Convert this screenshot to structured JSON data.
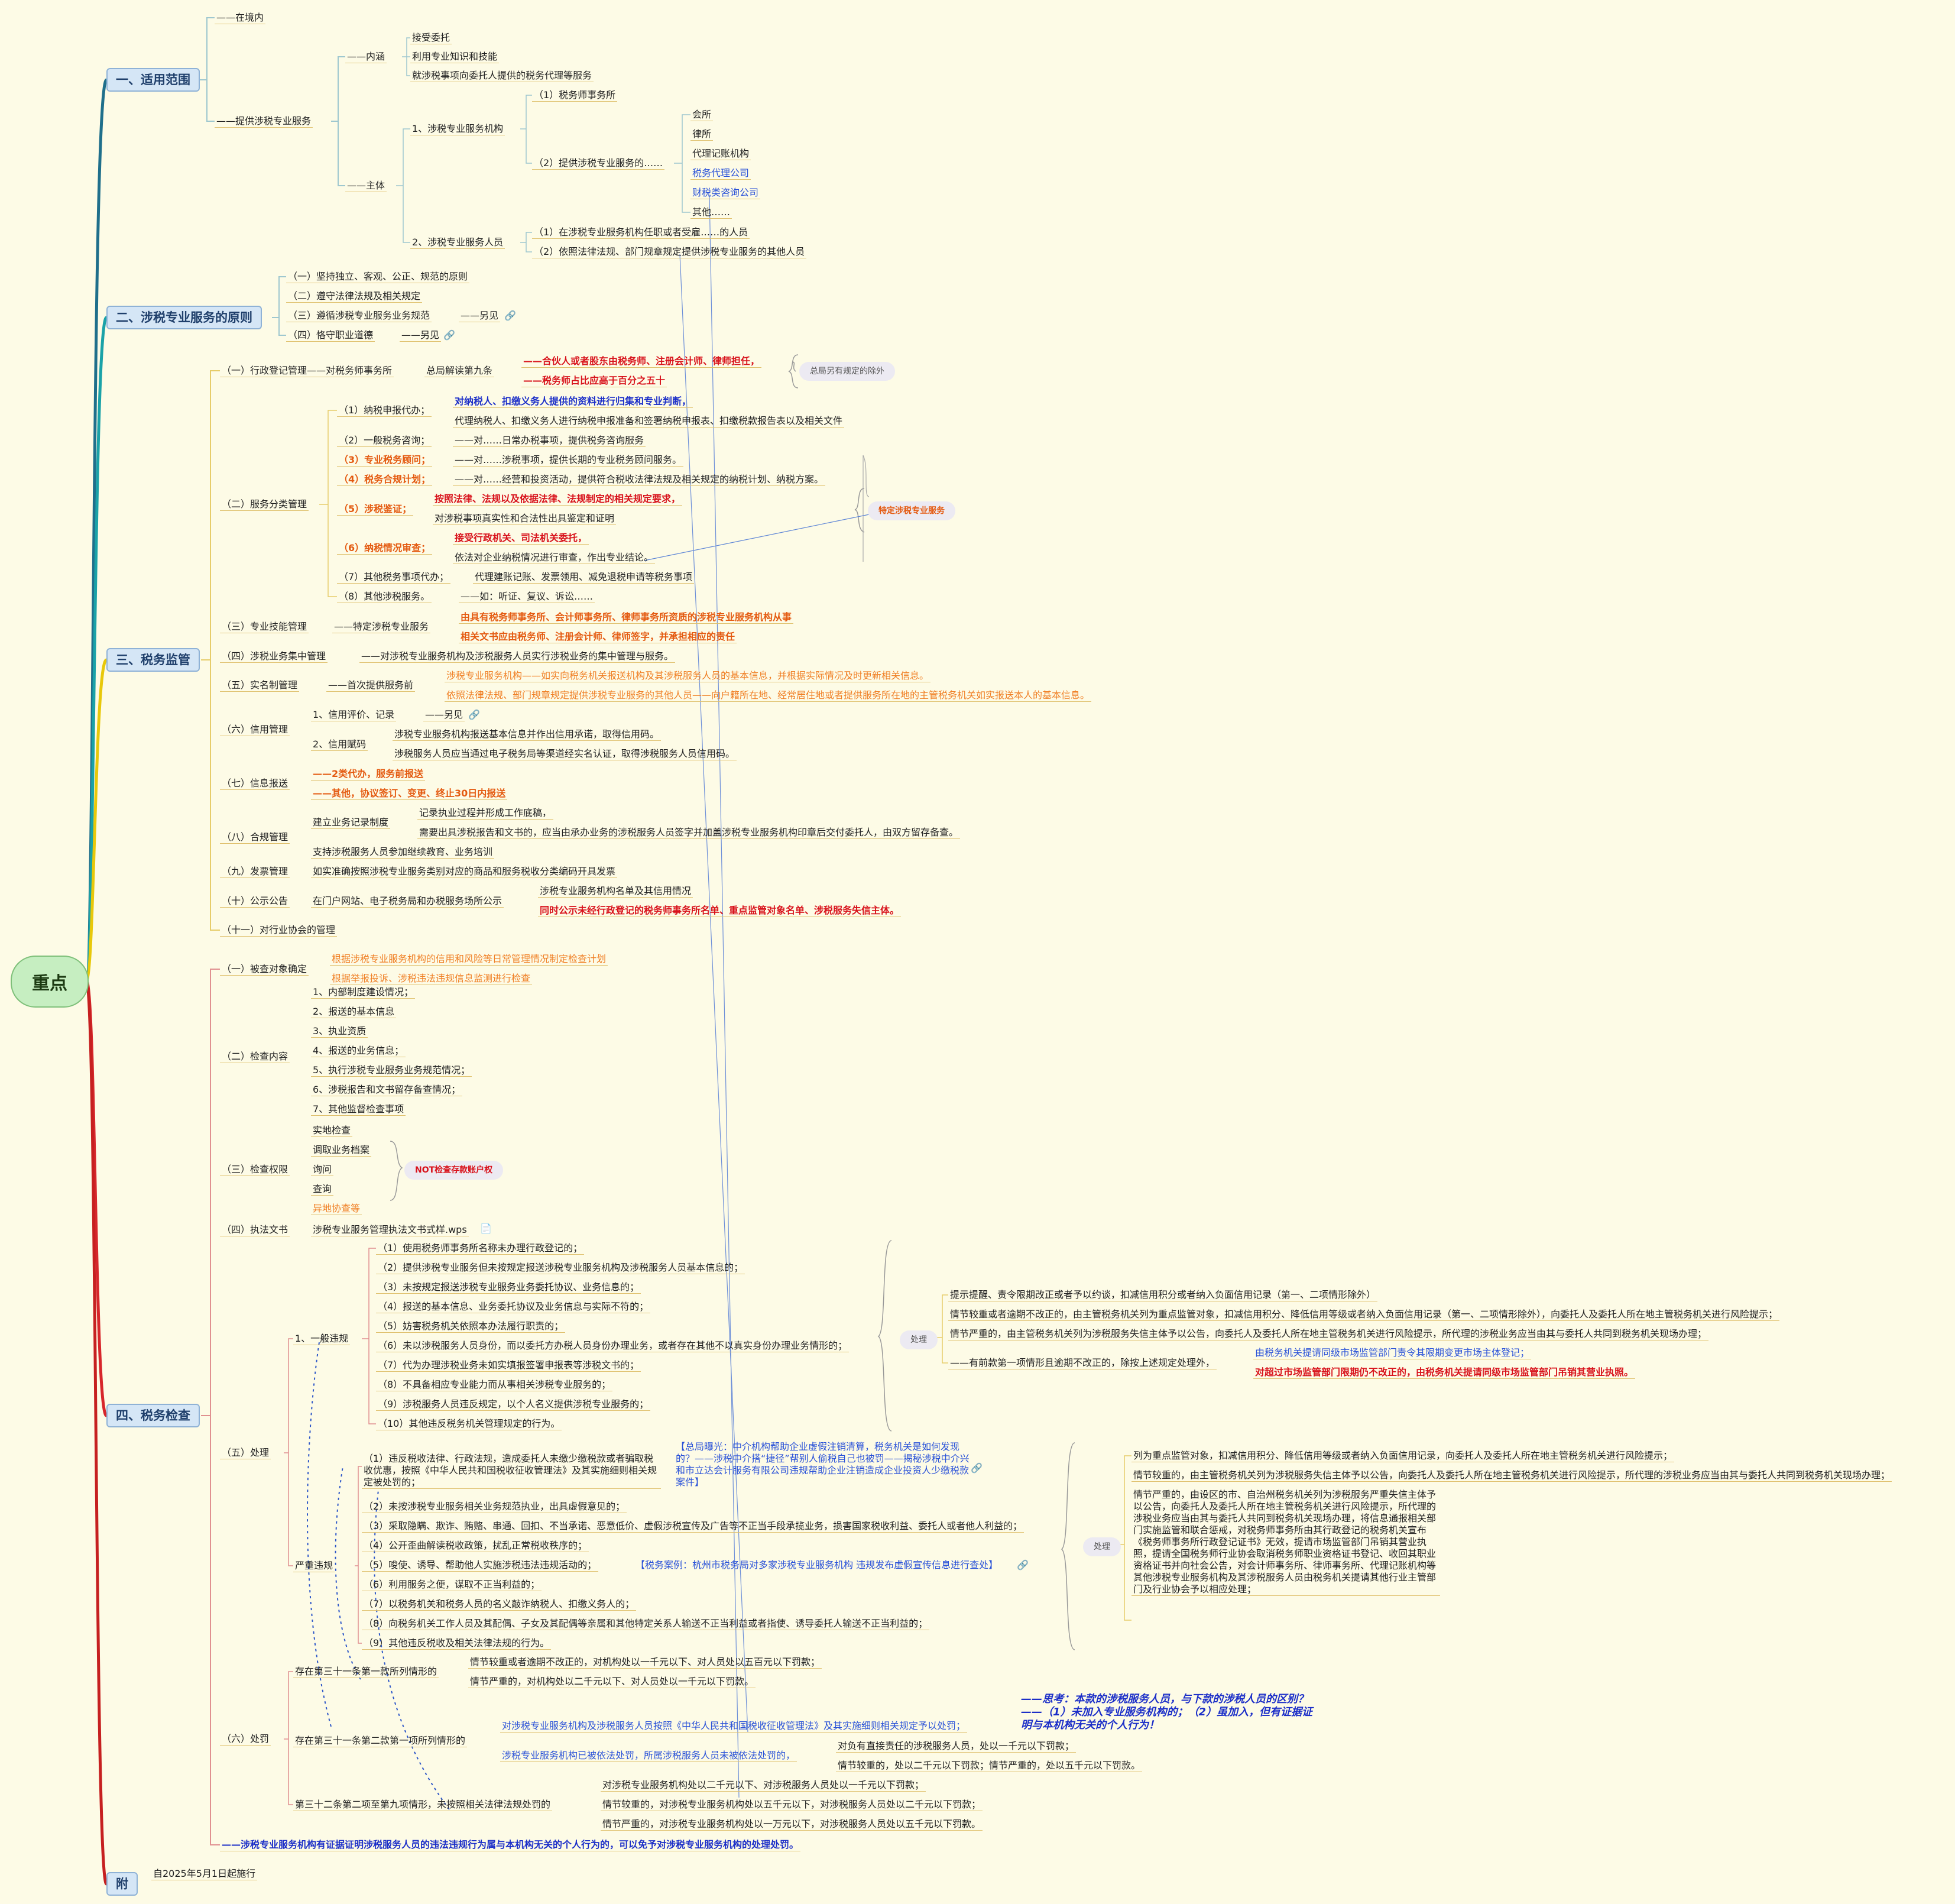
{
  "root": "重点",
  "sections": {
    "s1": "一、适用范围",
    "s2": "二、涉税专业服务的原则",
    "s3": "三、税务监管",
    "s4": "四、税务检查",
    "s5": "附"
  },
  "scope": {
    "a": "——在境内",
    "b": "——提供涉税专业服务",
    "neihan": "——内涵",
    "neihan_items": [
      "接受委托",
      "利用专业知识和技能",
      "就涉税事项向委托人提供的税务代理等服务"
    ],
    "zhuti": "——主体",
    "org": "1、涉税专业服务机构",
    "org1": "（1）税务师事务所",
    "org2": "（2）提供涉税专业服务的……",
    "org2_items": [
      "会所",
      "律所",
      "代理记账机构",
      "税务代理公司",
      "财税类咨询公司",
      "其他……"
    ],
    "person": "2、涉税专业服务人员",
    "person1": "（1）在涉税专业服务机构任职或者受雇……的人员",
    "person2": "（2）依照法律法规、部门规章规定提供涉税专业服务的其他人员"
  },
  "principles": {
    "p1": "（一）坚持独立、客观、公正、规范的原则",
    "p2": "（二）遵守法律法规及相关规定",
    "p3": "（三）遵循涉税专业服务业务规范",
    "p3r": "——另见",
    "p4": "（四）恪守职业道德",
    "p4r": "——另见"
  },
  "supervision": {
    "a1": "（一）行政登记管理——对税务师事务所",
    "a1b": "总局解读第九条",
    "a1c": "——合伙人或者股东由税务师、注册会计师、律师担任，",
    "a1d": "——税务师占比应高于百分之五十",
    "a1e": "总局另有规定的除外",
    "a2": "（二）服务分类管理",
    "b1": "（1）纳税申报代办；",
    "b1a": "对纳税人、扣缴义务人提供的资料进行归集和专业判断，",
    "b1b": "代理纳税人、扣缴义务人进行纳税申报准备和签署纳税申报表、扣缴税款报告表以及相关文件",
    "b2": "（2）一般税务咨询；",
    "b2a": "——对……日常办税事项，提供税务咨询服务",
    "b3": "（3）专业税务顾问；",
    "b3a": "——对……涉税事项，提供长期的专业税务顾问服务。",
    "b4": "（4）税务合规计划；",
    "b4a": "——对……经营和投资活动，提供符合税收法律法规及相关规定的纳税计划、纳税方案。",
    "b5": "（5）涉税鉴证；",
    "b5a": "按照法律、法规以及依据法律、法规制定的相关规定要求，",
    "b5b": "对涉税事项真实性和合法性出具鉴定和证明",
    "b6": "（6）纳税情况审查；",
    "b6a": "接受行政机关、司法机关委托，",
    "b6b": "依法对企业纳税情况进行审查，作出专业结论。",
    "b7": "（7）其他税务事项代办；",
    "b7a": "代理建账记账、发票领用、减免退税申请等税务事项",
    "b8": "（8）其他涉税服务。",
    "b8a": "——如：听证、复议、诉讼……",
    "b_bubble": "特定涉税专业服务",
    "a3": "（三）专业技能管理",
    "a3b": "——特定涉税专业服务",
    "a3c": "由具有税务师事务所、会计师事务所、律师事务所资质的涉税专业服务机构从事",
    "a3d": "相关文书应由税务师、注册会计师、律师签字，并承担相应的责任",
    "a4": "（四）涉税业务集中管理",
    "a4b": "——对涉税专业服务机构及涉税服务人员实行涉税业务的集中管理与服务。",
    "a5": "（五）实名制管理",
    "a5b": "——首次提供服务前",
    "a5c": "涉税专业服务机构——如实向税务机关报送机构及其涉税服务人员的基本信息，并根据实际情况及时更新相关信息。",
    "a5d": "依照法律法规、部门规章规定提供涉税专业服务的其他人员——向户籍所在地、经常居住地或者提供服务所在地的主管税务机关如实报送本人的基本信息。",
    "a6": "（六）信用管理",
    "a6a": "1、信用评价、记录",
    "a6ar": "——另见",
    "a6b": "2、信用赋码",
    "a6b1": "涉税专业服务机构报送基本信息并作出信用承诺，取得信用码。",
    "a6b2": "涉税服务人员应当通过电子税务局等渠道经实名认证，取得涉税服务人员信用码。",
    "a7": "（七）信息报送",
    "a7a": "——2类代办，服务前报送",
    "a7b": "——其他，协议签订、变更、终止30日内报送",
    "a8": "（八）合规管理",
    "a8a": "建立业务记录制度",
    "a8a1": "记录执业过程并形成工作底稿，",
    "a8a2": "需要出具涉税报告和文书的，应当由承办业务的涉税服务人员签字并加盖涉税专业服务机构印章后交付委托人，由双方留存备查。",
    "a8b": "支持涉税服务人员参加继续教育、业务培训",
    "a9": "（九）发票管理",
    "a9b": "如实准确按照涉税专业服务类别对应的商品和服务税收分类编码开具发票",
    "a10": "（十）公示公告",
    "a10b": "在门户网站、电子税务局和办税服务场所公示",
    "a10c": "涉税专业服务机构名单及其信用情况",
    "a10d": "同时公示未经行政登记的税务师事务所名单、重点监管对象名单、涉税服务失信主体。",
    "a11": "（十一）对行业协会的管理"
  },
  "inspection": {
    "c1": "（一）被查对象确定",
    "c1a": "根据涉税专业服务机构的信用和风险等日常管理情况制定检查计划",
    "c1b": "根据举报投诉、涉税违法违规信息监测进行检查",
    "c2": "（二）检查内容",
    "c2_items": [
      "1、内部制度建设情况；",
      "2、报送的基本信息",
      "3、执业资质",
      "4、报送的业务信息；",
      "5、执行涉税专业服务业务规范情况；",
      "6、涉税报告和文书留存备查情况；",
      "7、其他监督检查事项"
    ],
    "c3": "（三）检查权限",
    "c3_items": [
      "实地检查",
      "调取业务档案",
      "询问",
      "查询",
      "异地协查等"
    ],
    "c3_bubble": "NOT检查存款账户权",
    "c4": "（四）执法文书",
    "c4b": "涉税专业服务管理执法文书式样.wps",
    "c5": "（五）处理",
    "g1": "1、一般违规",
    "g1_items": [
      "（1）使用税务师事务所名称未办理行政登记的；",
      "（2）提供涉税专业服务但未按规定报送涉税专业服务机构及涉税服务人员基本信息的；",
      "（3）未按规定报送涉税专业服务业务委托协议、业务信息的；",
      "（4）报送的基本信息、业务委托协议及业务信息与实际不符的；",
      "（5）妨害税务机关依照本办法履行职责的；",
      "（6）未以涉税服务人员身份，而以委托方办税人员身份办理业务，或者存在其他不以真实身份办理业务情形的；",
      "（7）代为办理涉税业务未如实填报签署申报表等涉税文书的；",
      "（8）不具备相应专业能力而从事相关涉税专业服务的；",
      "（9）涉税服务人员违反规定，以个人名义提供涉税专业服务的；",
      "（10）其他违反税务机关管理规定的行为。"
    ],
    "g1_proc": "处理",
    "g1_p1": "提示提醒、责令限期改正或者予以约谈，扣减信用积分或者纳入负面信用记录（第一、二项情形除外）",
    "g1_p2": "情节较重或者逾期不改正的，由主管税务机关列为重点监管对象，扣减信用积分、降低信用等级或者纳入负面信用记录（第一、二项情形除外），向委托人及委托人所在地主管税务机关进行风险提示；",
    "g1_p3": "情节严重的，由主管税务机关列为涉税服务失信主体予以公告，向委托人及委托人所在地主管税务机关进行风险提示，所代理的涉税业务应当由其与委托人共同到税务机关现场办理；",
    "g1_p4": "——有前款第一项情形且逾期不改正的，除按上述规定处理外，",
    "g1_p4a": "由税务机关提请同级市场监管部门责令其限期变更市场主体登记；",
    "g1_p4b": "对超过市场监管部门限期仍不改正的，由税务机关提请同级市场监管部门吊销其营业执照。",
    "g2": "严重违规",
    "g2_1": "（1）违反税收法律、行政法规，造成委托人未缴少缴税款或者骗取税收优惠，按照《中华人民共和国税收征收管理法》及其实施细则相关规定被处罚的；",
    "g2_1note": "【总局曝光：中介机构帮助企业虚假注销清算，税务机关是如何发现的？——涉税中介搭“捷径”帮别人偷税自己也被罚——揭秘涉税中介兴和市立达会计服务有限公司违规帮助企业注销造成企业投资人少缴税款案件】",
    "g2_items": [
      "（2）未按涉税专业服务相关业务规范执业，出具虚假意见的；",
      "（3）采取隐瞒、欺诈、贿赂、串通、回扣、不当承诺、恶意低价、虚假涉税宣传及广告等不正当手段承揽业务，损害国家税收利益、委托人或者他人利益的；",
      "（4）公开歪曲解读税收政策，扰乱正常税收秩序的；",
      "（5）唆使、诱导、帮助他人实施涉税违法违规活动的；",
      "（6）利用服务之便，谋取不正当利益的；",
      "（7）以税务机关和税务人员的名义敲诈纳税人、扣缴义务人的；",
      "（8）向税务机关工作人员及其配偶、子女及其配偶等亲属和其他特定关系人输送不正当利益或者指使、诱导委托人输送不正当利益的；",
      "（9）其他违反税收及相关法律法规的行为。"
    ],
    "g2_case": "【税务案例：杭州市税务局对多家涉税专业服务机构 违规发布虚假宣传信息进行查处】",
    "g2_proc": "处理",
    "g2_p1": "列为重点监管对象，扣减信用积分、降低信用等级或者纳入负面信用记录，向委托人及委托人所在地主管税务机关进行风险提示；",
    "g2_p2": "情节较重的，由主管税务机关列为涉税服务失信主体予以公告，向委托人及委托人所在地主管税务机关进行风险提示，所代理的涉税业务应当由其与委托人共同到税务机关现场办理；",
    "g2_p3": "情节严重的，由设区的市、自治州税务机关列为涉税服务严重失信主体予以公告，向委托人及委托人所在地主管税务机关进行风险提示，所代理的涉税业务应当由其与委托人共同到税务机关现场办理，将信息通报相关部门实施监管和联合惩戒，对税务师事务所由其行政登记的税务机关宣布《税务师事务所行政登记证书》无效，提请市场监管部门吊销其营业执照，提请全国税务师行业协会取消税务师职业资格证书登记、收回其职业资格证书并向社会公告，对会计师事务所、律师事务所、代理记账机构等其他涉税专业服务机构及其涉税服务人员由税务机关提请其他行业主管部门及行业协会予以相应处理；",
    "c6": "（六）处罚",
    "f1": "存在第三十一条第一款所列情形的",
    "f1a": "情节较重或者逾期不改正的，对机构处以一千元以下、对人员处以五百元以下罚款；",
    "f1b": "情节严重的，对机构处以二千元以下、对人员处以一千元以下罚款。",
    "f2": "存在第三十一条第二款第一项所列情形的",
    "f2a": "对涉税专业服务机构及涉税服务人员按照《中华人民共和国税收征收管理法》及其实施细则相关规定予以处罚；",
    "f2note": "——思考：本款的涉税服务人员，与下款的涉税人员的区别？——（1）未加入专业服务机构的；（2）虽加入，但有证据证明与本机构无关的个人行为！",
    "f2b": "涉税专业服务机构已被依法处罚，所属涉税服务人员未被依法处罚的，",
    "f2b1": "对负有直接责任的涉税服务人员，处以一千元以下罚款；",
    "f2b2": "情节较重的，处以二千元以下罚款；情节严重的，处以五千元以下罚款。",
    "f3": "第三十二条第二项至第九项情形，未按照相关法律法规处罚的",
    "f3a": "对涉税专业服务机构处以二千元以下、对涉税服务人员处以一千元以下罚款；",
    "f3b": "情节较重的，对涉税专业服务机构处以五千元以下，对涉税服务人员处以二千元以下罚款；",
    "f3c": "情节严重的，对涉税专业服务机构处以一万元以下，对涉税服务人员处以五千元以下罚款。",
    "last": "——涉税专业服务机构有证据证明涉税服务人员的违法违规行为属与本机构无关的个人行为的，可以免予对涉税专业服务机构的处理处罚。"
  },
  "appendix": {
    "a": "自2025年5月1日起施行"
  },
  "colors": {
    "s1": "#1f6f8b",
    "s2": "#1aa2a8",
    "s3": "#e8c80a",
    "s4": "#d7262b",
    "s5": "#c62020",
    "accent": "#e0c270"
  },
  "icons": {
    "link": "link-icon",
    "file": "document-icon"
  }
}
